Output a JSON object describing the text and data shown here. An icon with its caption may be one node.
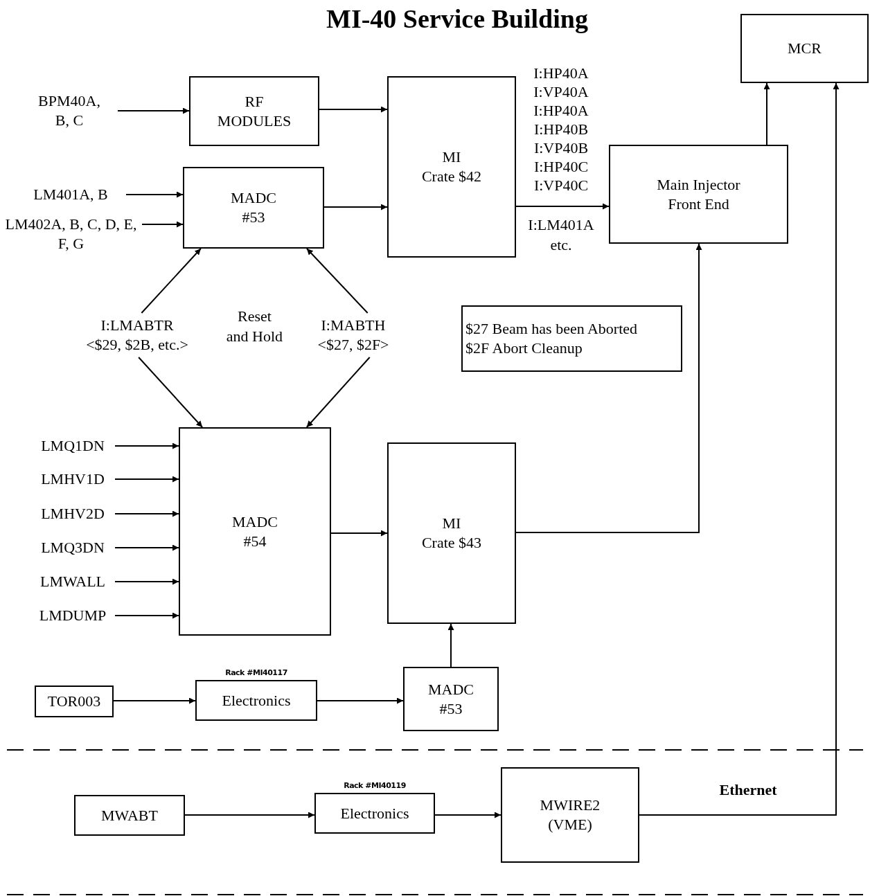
{
  "diagram": {
    "title": "MI-40 Service Building",
    "nodes": [
      {
        "text": [
          "RF MODULES"
        ]
      },
      {
        "text": [
          "MI",
          "Crate $42"
        ]
      },
      {
        "text": [
          "MCR"
        ]
      },
      {
        "text": [
          "Main Injector Front End"
        ]
      },
      {
        "text": [
          "MADC #53"
        ]
      },
      {
        "text": [
          "BPM40A, B, C"
        ]
      },
      {
        "text": [
          "LM401A, B"
        ]
      },
      {
        "text": [
          "LM402A, B, C, D, E, F, G"
        ]
      },
      {
        "text": [
          "I:LMABTR",
          "<$29, $2B, etc.>"
        ]
      },
      {
        "text": [
          "I:MABTH",
          "<$27, $2F>"
        ]
      },
      {
        "text": [
          "MADC #54"
        ]
      },
      {
        "text": [
          "MI",
          "Crate $43"
        ]
      },
      {
        "text": [
          "LMQ1DN"
        ]
      },
      {
        "text": [
          "LMHV1D"
        ]
      },
      {
        "text": [
          "LMHV2D"
        ]
      },
      {
        "text": [
          "LMQ3DN"
        ]
      },
      {
        "text": [
          "LMWALL"
        ]
      },
      {
        "text": [
          "LMDUMP"
        ]
      },
      {
        "text": [
          "TOR003"
        ]
      },
      {
        "text": [
          "Electronics"
        ],
        "beside": [
          "Rack #MI40117"
        ]
      },
      {
        "text": [
          "MADC #53"
        ]
      },
      {
        "text": [
          "MWABT"
        ]
      },
      {
        "text": [
          "Electronics"
        ],
        "beside": [
          "Rack #MI40119"
        ]
      },
      {
        "text": [
          "MWIRE2 (VME)"
        ]
      },
      {
        "text": [
          "$27 Beam has been Aborted",
          "$2F Abort Cleanup"
        ]
      }
    ],
    "edges": [
      {
        "from": 5,
        "to": 0,
        "arrow": "to"
      },
      {
        "from": 0,
        "to": 1,
        "arrow": "to"
      },
      {
        "from": 6,
        "to": 4,
        "arrow": "to"
      },
      {
        "from": 7,
        "to": 4,
        "arrow": "to"
      },
      {
        "from": 4,
        "to": 1,
        "arrow": "to"
      },
      {
        "from": 1,
        "to": 3,
        "arrow": "to",
        "label": "I:HP40A I:VP40A I:HP40A I:HP40B I:VP40B I:HP40C I:VP40C"
      },
      {
        "from": 3,
        "to": 2,
        "arrow": "to"
      },
      {
        "from": 23,
        "to": 2,
        "arrow": "to",
        "label": "Ethernet"
      },
      {
        "from": 11,
        "to": 3,
        "arrow": "to"
      },
      {
        "from": 8,
        "to": 4,
        "arrow": "to"
      },
      {
        "from": 8,
        "to": 10,
        "arrow": "to"
      },
      {
        "from": 9,
        "to": 4,
        "arrow": "to"
      },
      {
        "from": 9,
        "to": 10,
        "arrow": "to"
      },
      {
        "from": 12,
        "to": 10,
        "arrow": "to"
      },
      {
        "from": 13,
        "to": 10,
        "arrow": "to"
      },
      {
        "from": 14,
        "to": 10,
        "arrow": "to"
      },
      {
        "from": 15,
        "to": 10,
        "arrow": "to"
      },
      {
        "from": 16,
        "to": 10,
        "arrow": "to"
      },
      {
        "from": 17,
        "to": 10,
        "arrow": "to"
      },
      {
        "from": 10,
        "to": 11,
        "arrow": "to"
      },
      {
        "from": 18,
        "to": 19,
        "arrow": "to"
      },
      {
        "from": 19,
        "to": 20,
        "arrow": "to"
      },
      {
        "from": 20,
        "to": 11,
        "arrow": "to"
      },
      {
        "from": 21,
        "to": 22,
        "arrow": "to"
      },
      {
        "from": 22,
        "to": 23,
        "arrow": "to"
      }
    ],
    "labels": [
      "I:LM401A etc.",
      "Reset and Hold"
    ]
  }
}
